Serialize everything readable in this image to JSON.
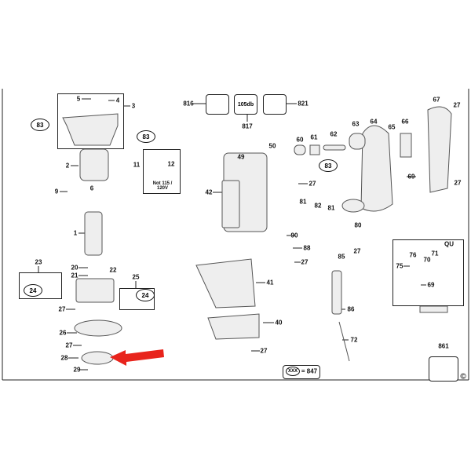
{
  "labels": {
    "l5": "5",
    "l4": "4",
    "l3": "3",
    "l83a": "83",
    "l83b": "83",
    "l83c": "83",
    "l2": "2",
    "l11": "11",
    "l12": "12",
    "note12": "Not 115 / 120V",
    "l9": "9",
    "l6": "6",
    "l1": "1",
    "l816": "816",
    "l817": "817",
    "l821": "821",
    "decal_105": "105db",
    "l67": "67",
    "l27a": "27",
    "l27b": "27",
    "l69a": "69",
    "l63": "63",
    "l64": "64",
    "l65": "65",
    "l66": "66",
    "l60": "60",
    "l61": "61",
    "l62": "62",
    "l50": "50",
    "l49": "49",
    "l27c": "27",
    "l42": "42",
    "l81a": "81",
    "l82": "82",
    "l81b": "81",
    "l80": "80",
    "l90": "90",
    "l88": "88",
    "l27d": "27",
    "l85": "85",
    "l27e": "27",
    "l86": "86",
    "l72": "72",
    "l41": "41",
    "l40": "40",
    "l27f": "27",
    "qu": "QU",
    "l76": "76",
    "l75": "75",
    "l70": "70",
    "l71": "71",
    "l69b": "69",
    "l861": "861",
    "copyright": "©",
    "xxx": "XXX",
    "l847": "= 847",
    "l23": "23",
    "l24a": "24",
    "l25": "25",
    "l24b": "24",
    "l20": "20",
    "l21": "21",
    "l22": "22",
    "l27g": "27",
    "l26": "26",
    "l27h": "27",
    "l28": "28",
    "l29": "29"
  },
  "colors": {
    "arrow": "#e8241c"
  }
}
